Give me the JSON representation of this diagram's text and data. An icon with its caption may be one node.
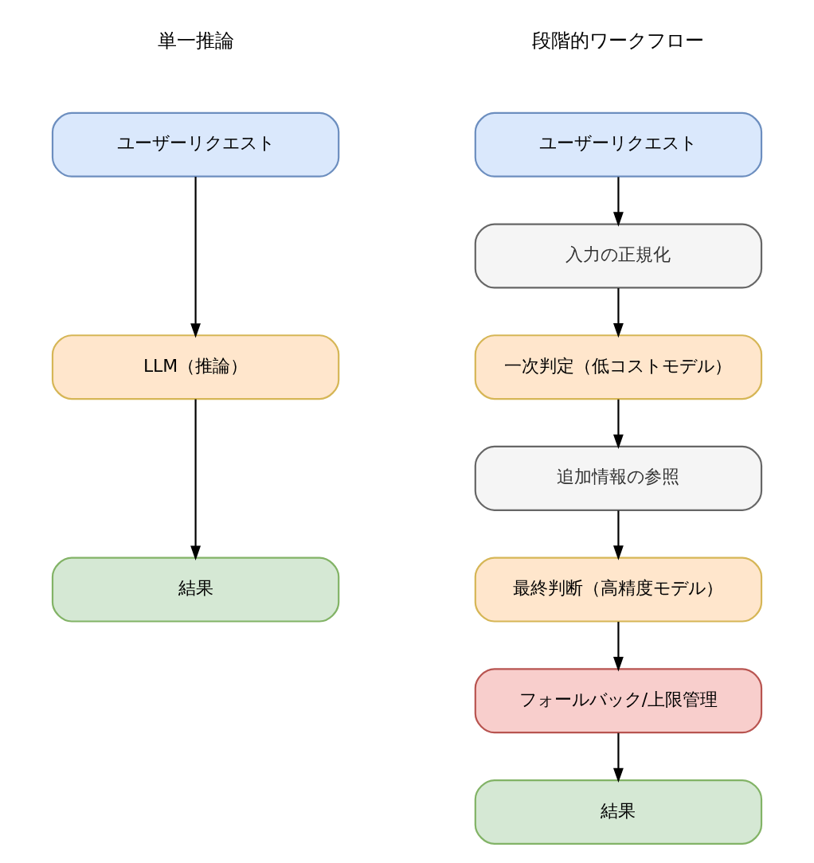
{
  "diagram": {
    "nodes": [
      {
        "text": [
          "ユーザーリクエスト"
        ]
      },
      {
        "text": [
          "LLM（推論）"
        ]
      },
      {
        "text": [
          "結果"
        ]
      },
      {
        "text": [
          "ユーザーリクエスト"
        ]
      },
      {
        "text": [
          "入力の正規化"
        ]
      },
      {
        "text": [
          "一次判定（低コストモデル）"
        ]
      },
      {
        "text": [
          "追加情報の参照"
        ]
      },
      {
        "text": [
          "最終判断（高精度モデル）"
        ]
      },
      {
        "text": [
          "フォールバック/上限管理"
        ]
      },
      {
        "text": [
          "結果"
        ]
      }
    ],
    "edges": [
      {
        "from": 0,
        "to": 1,
        "arrow": "to"
      },
      {
        "from": 1,
        "to": 2,
        "arrow": "to"
      },
      {
        "from": 3,
        "to": 4,
        "arrow": "to"
      },
      {
        "from": 4,
        "to": 5,
        "arrow": "to"
      },
      {
        "from": 5,
        "to": 6,
        "arrow": "to"
      },
      {
        "from": 6,
        "to": 7,
        "arrow": "to"
      },
      {
        "from": 7,
        "to": 8,
        "arrow": "to"
      },
      {
        "from": 8,
        "to": 9,
        "arrow": "to"
      }
    ],
    "labels": [
      "単一推論",
      "段階的ワークフロー"
    ]
  }
}
